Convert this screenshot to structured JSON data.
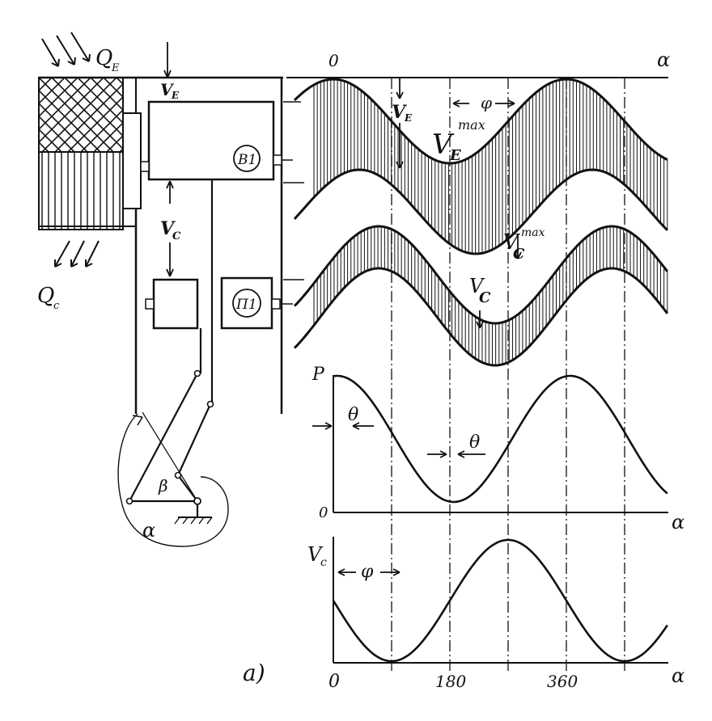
{
  "figure_label": "a)",
  "engine": {
    "heat_in": "Q",
    "heat_in_sub": "E",
    "heat_out": "Q",
    "heat_out_sub": "c",
    "volume_e": "V",
    "volume_e_sub": "E",
    "volume_c": "V",
    "volume_c_sub": "C",
    "displacer_label": "B1",
    "piston_label": "П1",
    "angle_beta": "β",
    "angle_alpha": "α"
  },
  "volumes_plot": {
    "origin_label": "0",
    "axis_label": "α",
    "ve_label": "V",
    "ve_sub": "E",
    "ve_max_label": "V",
    "ve_max_sub": "E",
    "ve_max_sup": "max",
    "vc_max_label": "V",
    "vc_max_sub": "C",
    "vc_max_sup": "max",
    "vc_label": "V",
    "vc_sub": "C",
    "phase_label": "φ"
  },
  "pressure_plot": {
    "y_label": "P",
    "origin_label": "0",
    "axis_label": "α",
    "theta_label_1": "θ",
    "theta_label_2": "θ"
  },
  "vc_plot": {
    "y_label": "V",
    "y_sub": "c",
    "phase_label": "φ",
    "axis_label": "α",
    "x_ticks": [
      "0",
      "180",
      "360"
    ]
  }
}
